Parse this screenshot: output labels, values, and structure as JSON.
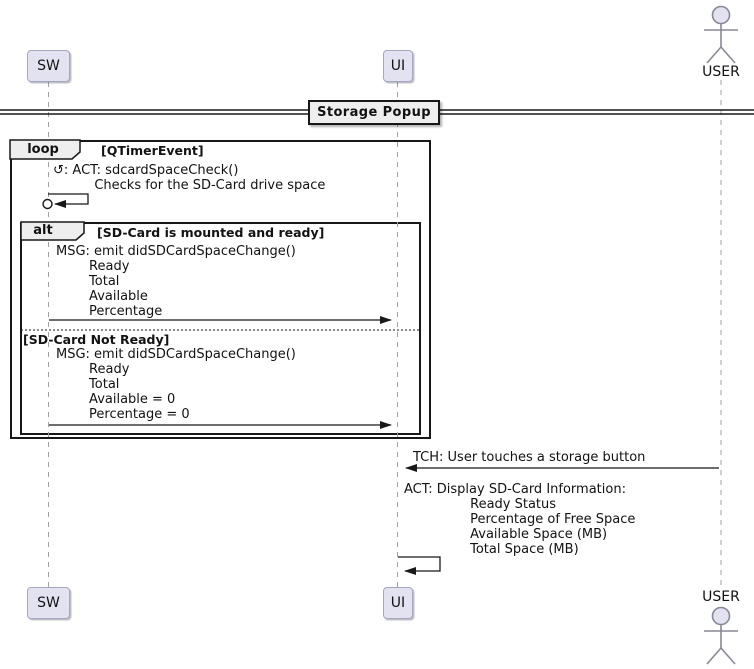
{
  "participants": {
    "sw": "SW",
    "ui": "UI",
    "user": "USER"
  },
  "divider": {
    "label": "Storage Popup"
  },
  "loop_frame": {
    "keyword": "loop",
    "condition": "[QTimerEvent]"
  },
  "alt_frame": {
    "keyword": "alt",
    "condition": "[SD-Card is mounted and ready]",
    "else_condition": "[SD-Card Not Ready]"
  },
  "messages": {
    "self_check": {
      "lines": [
        "↺: ACT: sdcardSpaceCheck()",
        "          Checks for the SD-Card drive space"
      ]
    },
    "msg_ready": {
      "lines": [
        "MSG: emit didSDCardSpaceChange()",
        "        Ready",
        "        Total",
        "        Available",
        "        Percentage"
      ]
    },
    "msg_not_ready": {
      "lines": [
        "MSG: emit didSDCardSpaceChange()",
        "        Ready",
        "        Total",
        "        Available = 0",
        "        Percentage = 0"
      ]
    },
    "touch": {
      "lines": [
        "TCH: User touches a storage button"
      ]
    },
    "act_display": {
      "lines": [
        "ACT: Display SD-Card Information:",
        "                Ready Status",
        "                Percentage of Free Space",
        "                Available Space (MB)",
        "                Total Space (MB)"
      ]
    }
  },
  "colors": {
    "background": "#FFFFFF",
    "participant_fill": "#E2E2F0",
    "participant_border": "#A6A6C0",
    "frame_border": "#181818",
    "tab_fill": "#EEEEEE",
    "divider_fill": "#EEEEEE",
    "lifeline": "#A0A0A0",
    "text": "#121212"
  }
}
